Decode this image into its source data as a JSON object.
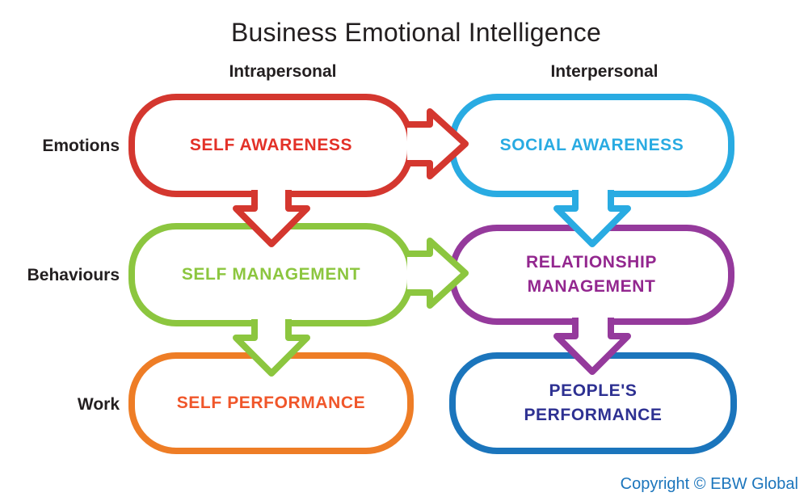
{
  "title": "Business Emotional Intelligence",
  "column_headers": [
    {
      "label": "Intrapersonal"
    },
    {
      "label": "Interpersonal"
    }
  ],
  "row_labels": [
    {
      "label": "Emotions"
    },
    {
      "label": "Behaviours"
    },
    {
      "label": "Work"
    }
  ],
  "boxes": [
    {
      "id": "self-awareness",
      "label": "SELF AWARENESS",
      "row": "Emotions",
      "column": "Intrapersonal",
      "border_color": "#D4372F",
      "text_color": "#E33128"
    },
    {
      "id": "social-awareness",
      "label": "SOCIAL AWARENESS",
      "row": "Emotions",
      "column": "Interpersonal",
      "border_color": "#29ABE2",
      "text_color": "#29ABE2"
    },
    {
      "id": "self-management",
      "label": "SELF MANAGEMENT",
      "row": "Behaviours",
      "column": "Intrapersonal",
      "border_color": "#8CC63F",
      "text_color": "#8CC63F"
    },
    {
      "id": "relationship-management",
      "label": "RELATIONSHIP MANAGEMENT",
      "row": "Behaviours",
      "column": "Interpersonal",
      "border_color": "#953A9C",
      "text_color": "#93278F"
    },
    {
      "id": "self-performance",
      "label": "SELF PERFORMANCE",
      "row": "Work",
      "column": "Intrapersonal",
      "border_color": "#EE7D26",
      "text_color": "#F0562A"
    },
    {
      "id": "peoples-performance",
      "label": "PEOPLE'S PERFORMANCE",
      "row": "Work",
      "column": "Interpersonal",
      "border_color": "#1B75BC",
      "text_color": "#2E3192"
    }
  ],
  "arrows": [
    {
      "from": "self-awareness",
      "to": "social-awareness",
      "direction": "right",
      "color": "#D4372F"
    },
    {
      "from": "self-management",
      "to": "relationship-management",
      "direction": "right",
      "color": "#8CC63F"
    },
    {
      "from": "self-awareness",
      "to": "self-management",
      "direction": "down",
      "color": "#D4372F"
    },
    {
      "from": "social-awareness",
      "to": "relationship-management",
      "direction": "down",
      "color": "#29ABE2"
    },
    {
      "from": "self-management",
      "to": "self-performance",
      "direction": "down",
      "color": "#8CC63F"
    },
    {
      "from": "relationship-management",
      "to": "peoples-performance",
      "direction": "down",
      "color": "#953A9C"
    }
  ],
  "footer": {
    "copyright": "Copyright © EBW Global",
    "color": "#1B75BC"
  },
  "background_color": "#FFFFFF",
  "text_color": "#231F20"
}
